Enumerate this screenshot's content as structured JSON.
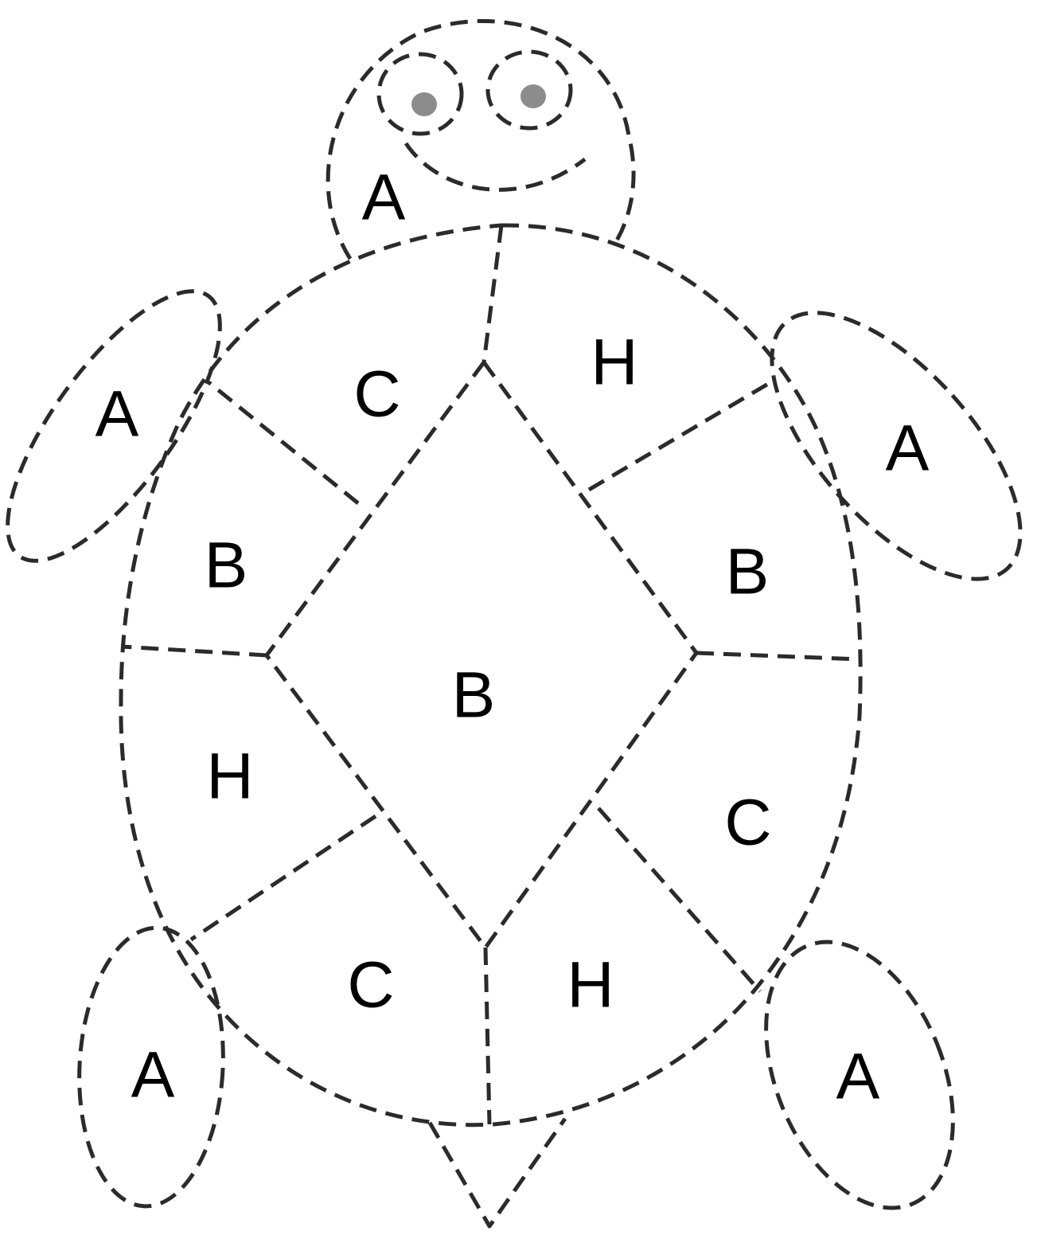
{
  "diagram": {
    "stroke_color": "#2b2b2b",
    "pupil_color": "#8c8c8c",
    "labels": {
      "head": "A",
      "front_left_flipper": "A",
      "front_right_flipper": "A",
      "back_left_flipper": "A",
      "back_right_flipper": "A",
      "shell_top_left": "C",
      "shell_top_right": "H",
      "shell_left_upper": "B",
      "shell_right_upper": "B",
      "shell_center": "B",
      "shell_left_lower": "H",
      "shell_right_lower": "C",
      "shell_bottom_left": "C",
      "shell_bottom_right": "H"
    }
  }
}
